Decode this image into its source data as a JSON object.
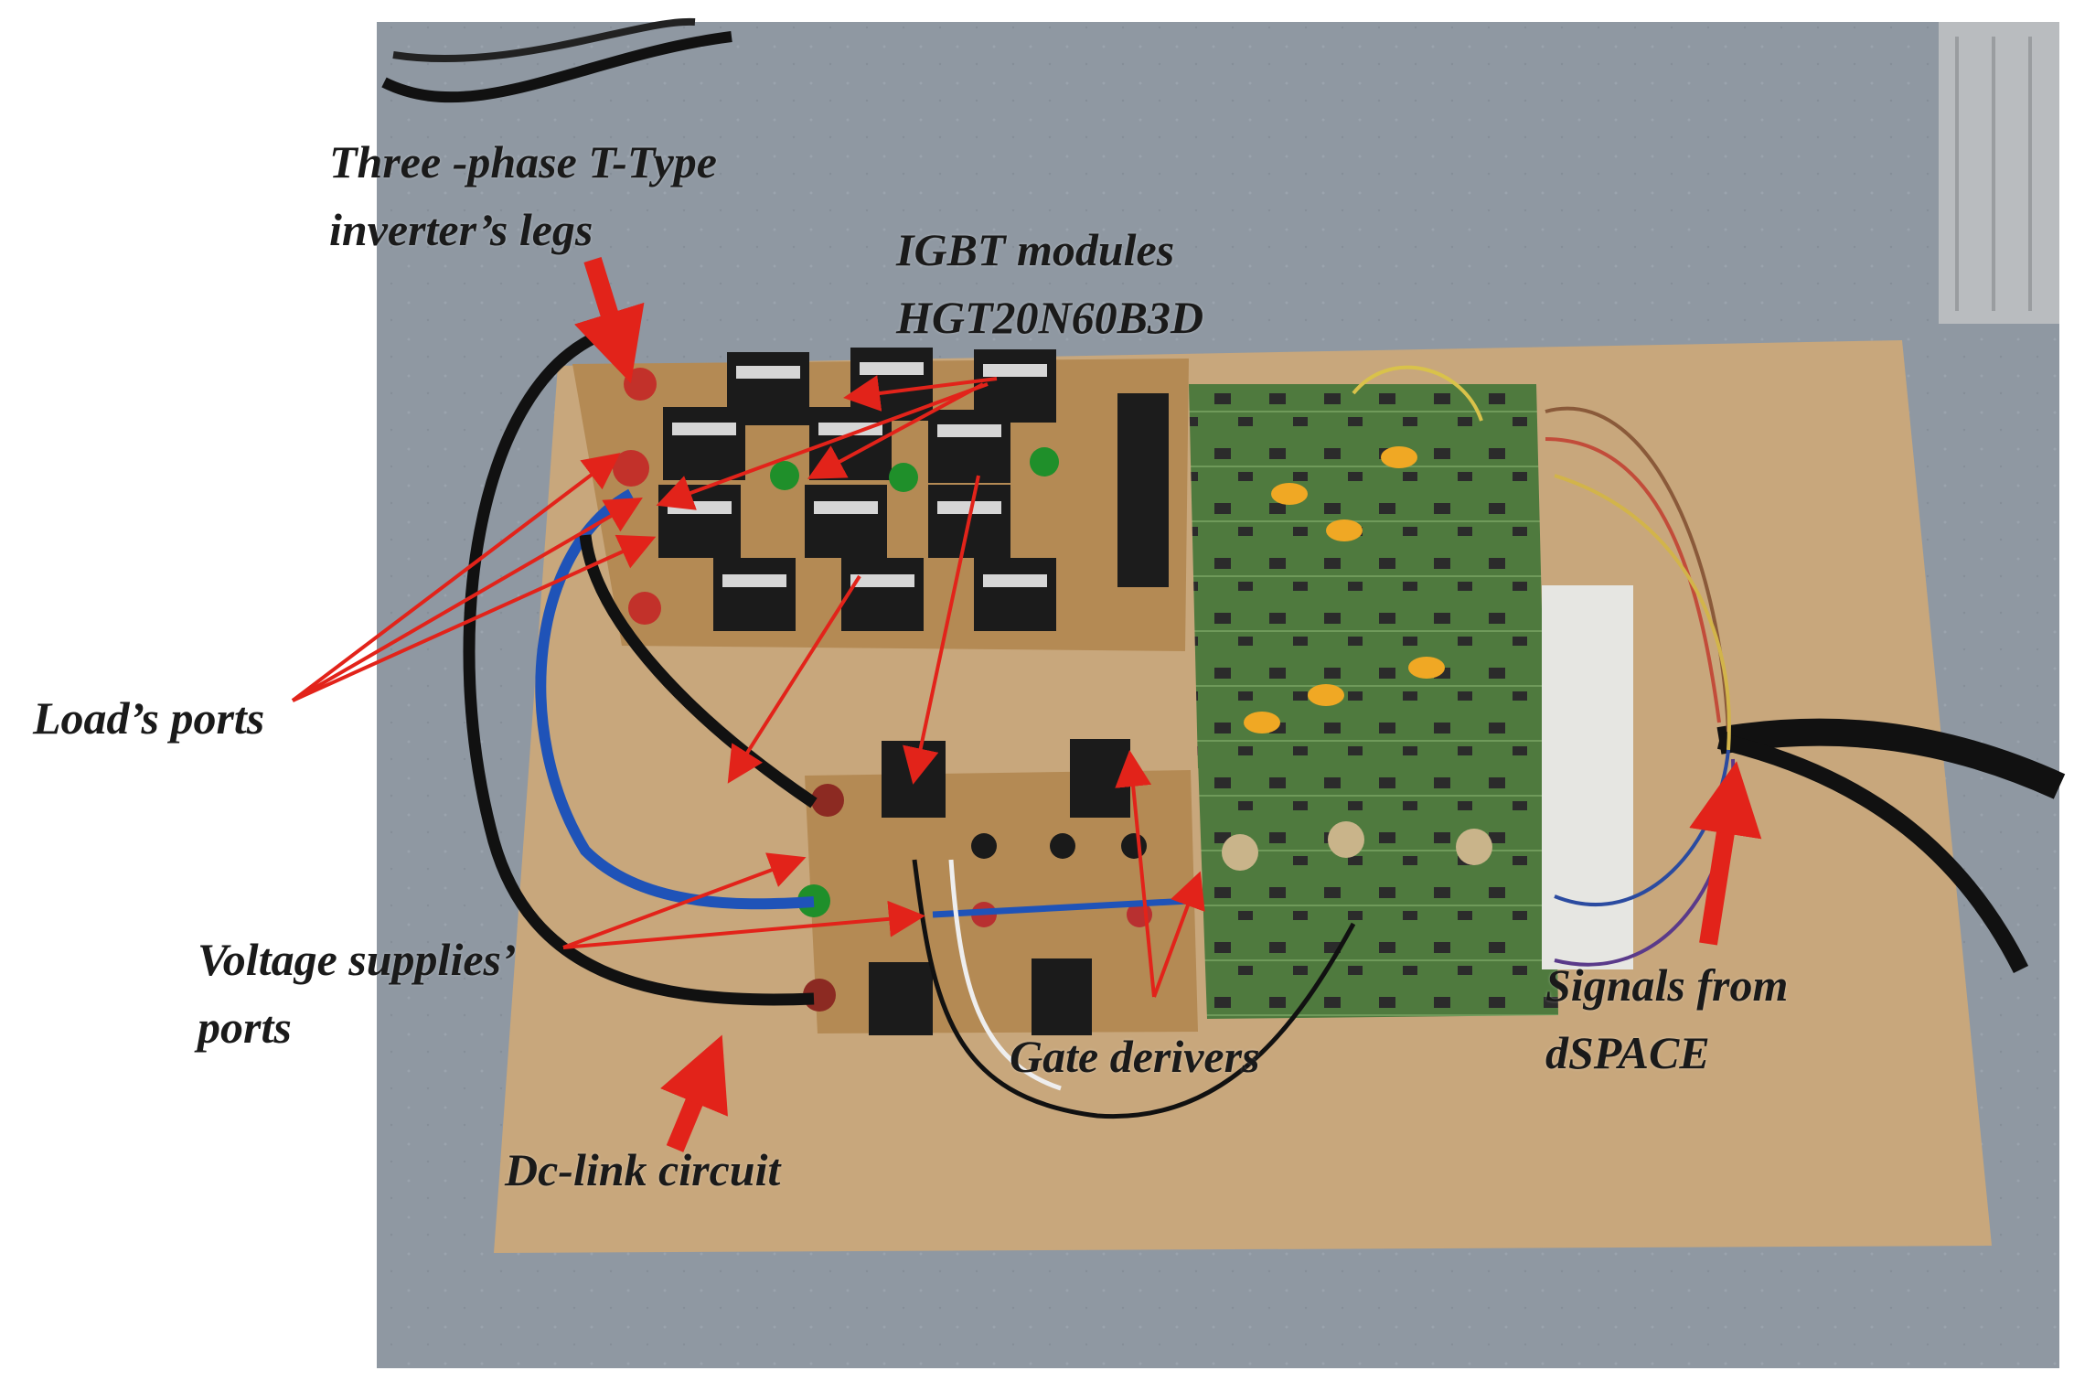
{
  "colors": {
    "background": "#ffffff",
    "desk": "#8f98a2",
    "board": "#c8a77c",
    "pcb": "#4f7a3e",
    "annotation_arrow": "#e2231a",
    "label_text": "#1a1a1a"
  },
  "labels": {
    "inverter_legs": [
      "Three -phase T-Type",
      "inverter’s legs"
    ],
    "igbt_modules": [
      "IGBT modules",
      "HGT20N60B3D"
    ],
    "load_ports": [
      "Load’s ports"
    ],
    "voltage_supplies": [
      "Voltage supplies’",
      "ports"
    ],
    "gate_drivers": [
      "Gate derivers"
    ],
    "dc_link": [
      "Dc-link circuit"
    ],
    "signals": [
      "Signals from",
      "dSPACE"
    ]
  }
}
